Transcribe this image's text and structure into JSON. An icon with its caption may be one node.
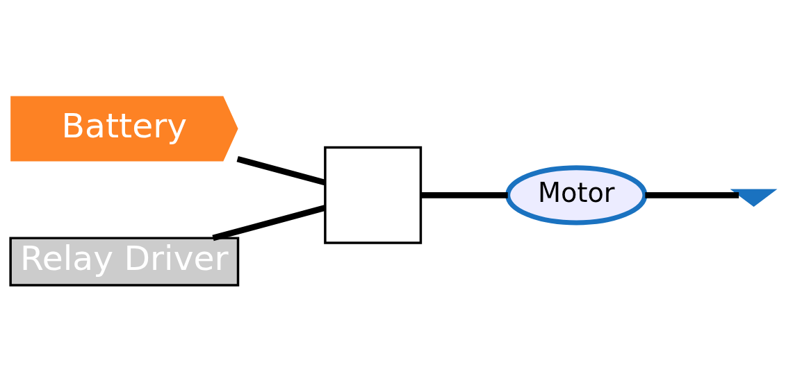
{
  "diagram": {
    "nodes": [
      {
        "text": [
          "Battery"
        ]
      },
      {
        "text": [],
        "shape": "box"
      },
      {
        "text": [
          "Relay Driver"
        ]
      },
      {
        "text": [
          "Motor"
        ]
      },
      {
        "text": [],
        "shape": "ground"
      }
    ],
    "edges": [
      {
        "from": 0,
        "to": 1,
        "arrow": "none"
      },
      {
        "from": 1,
        "to": 3,
        "arrow": "none"
      },
      {
        "from": 2,
        "to": 1,
        "arrow": "none"
      },
      {
        "from": 3,
        "to": 4,
        "arrow": "none"
      }
    ]
  }
}
